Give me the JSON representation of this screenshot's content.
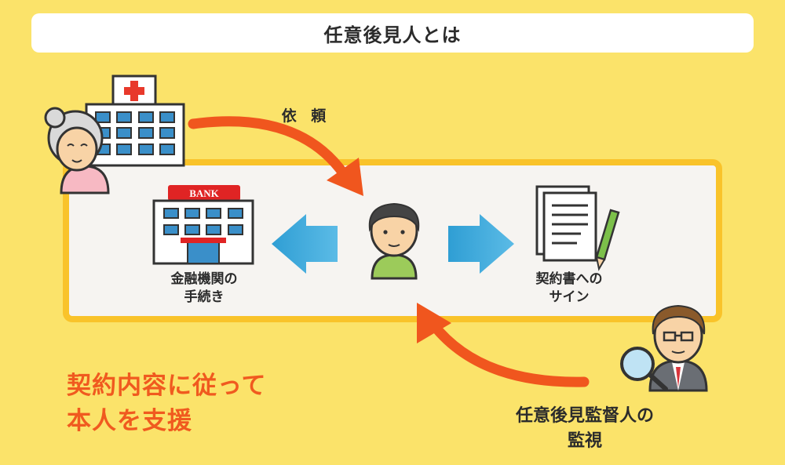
{
  "title": "任意後見人とは",
  "request_label": "依 頼",
  "bank_label": {
    "line1": "金融機関の",
    "line2": "手続き"
  },
  "bank_sign": "BANK",
  "contract_label": {
    "line1": "契約書への",
    "line2": "サイン"
  },
  "monitor_label": {
    "line1": "任意後見監督人の",
    "line2": "監視"
  },
  "highlight": {
    "line1": "契約内容に従って",
    "line2": "本人を支援"
  },
  "colors": {
    "background": "#FBE36A",
    "box_fill": "#F6F4F1",
    "box_border": "#F9C32A",
    "flow_arrow": "#F0561E",
    "side_arrow": "#3BA7D9",
    "highlight_text": "#F05A1F"
  }
}
